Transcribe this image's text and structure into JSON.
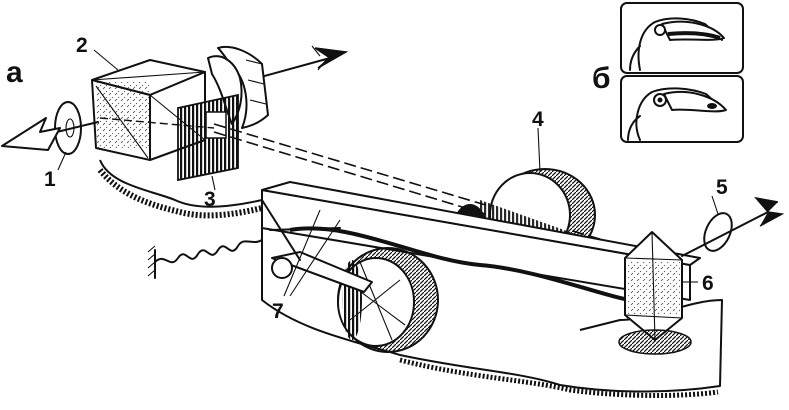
{
  "panels": {
    "a": "а",
    "b": "б"
  },
  "labels": {
    "l1": "1",
    "l2": "2",
    "l3": "3",
    "l4": "4",
    "l5": "5",
    "l6": "6",
    "l7": "7"
  },
  "colors": {
    "ink": "#111111",
    "paper": "#ffffff"
  }
}
